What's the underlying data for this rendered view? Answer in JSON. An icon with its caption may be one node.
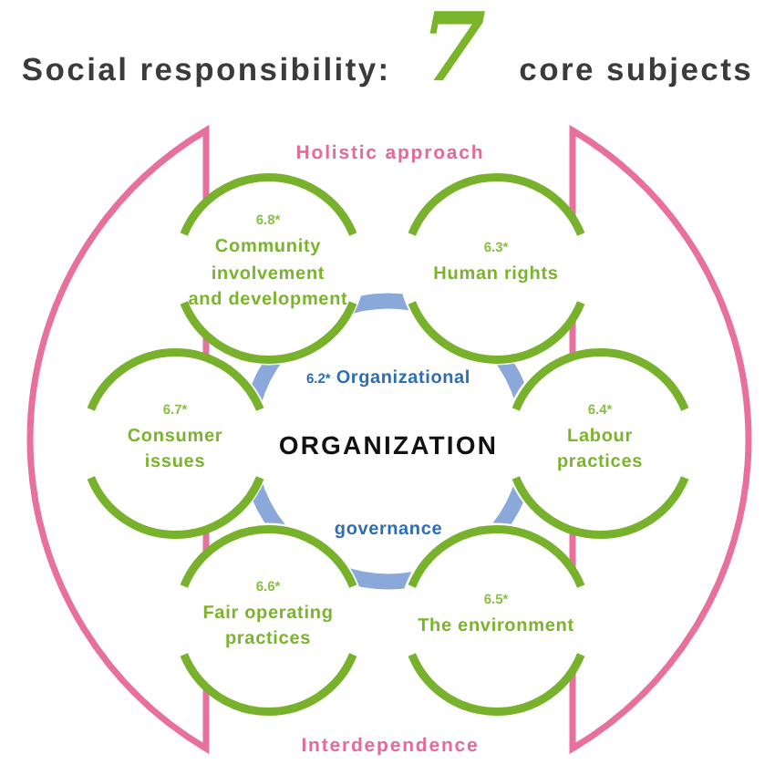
{
  "diagram": {
    "title": "Social responsibility: *7* core subjects",
    "nodes": [
      {
        "text": [
          "Holistic approach",
          "Interdependence"
        ]
      },
      {
        "text": [
          "6.8*",
          "Community involvement and development"
        ],
        "in": 0
      },
      {
        "text": [
          "6.3*",
          "Human rights"
        ],
        "in": 0
      },
      {
        "text": [
          "6.2*",
          "Organizational",
          "ORGANIZATION",
          "governance"
        ],
        "in": 0
      },
      {
        "text": [
          "6.7*",
          "Consumer issues"
        ],
        "in": 0
      },
      {
        "text": [
          "6.4*",
          "Labour practices"
        ],
        "in": 0
      },
      {
        "text": [
          "6.6*",
          "Fair operating practices"
        ],
        "in": 0
      },
      {
        "text": [
          "6.5*",
          "The environment"
        ],
        "in": 0
      }
    ]
  }
}
